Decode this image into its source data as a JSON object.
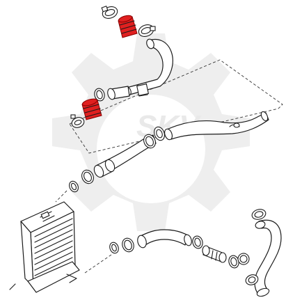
{
  "watermark": {
    "text": "SKV",
    "color": "#ececec"
  },
  "colors": {
    "line": "#1a1a1a",
    "highlight": "#e02020",
    "background": "#ffffff"
  },
  "parts": [
    {
      "name": "upper-red-coupler",
      "highlighted": true
    },
    {
      "name": "lower-red-coupler",
      "highlighted": true
    },
    {
      "name": "intercooler",
      "highlighted": false
    }
  ]
}
